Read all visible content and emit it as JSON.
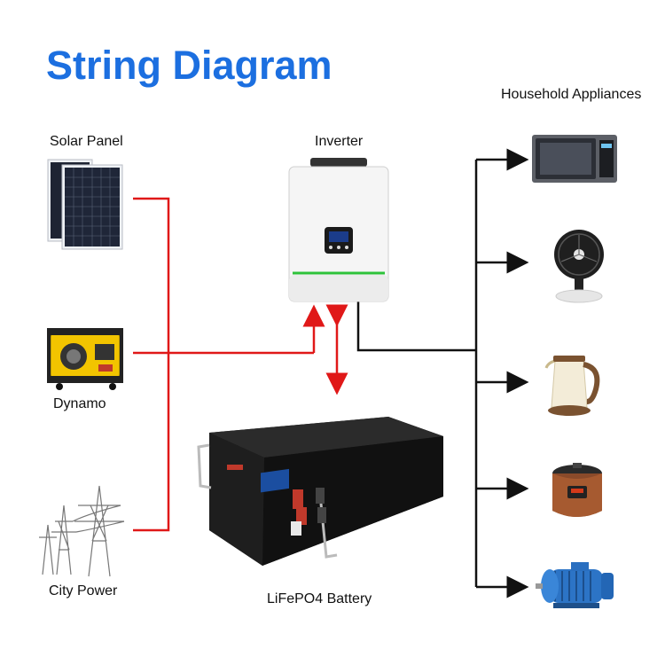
{
  "title": "String Diagram",
  "labels": {
    "solar_panel": "Solar Panel",
    "dynamo": "Dynamo",
    "city_power": "City Power",
    "inverter": "Inverter",
    "battery": "LiFePO4 Battery",
    "household": "Household Appliances"
  },
  "colors": {
    "title": "#1c6fe0",
    "input_wire": "#e01818",
    "output_wire": "#111111",
    "inverter_accent": "#2ec23a"
  },
  "appliances": [
    "microwave-icon",
    "fan-icon",
    "kettle-icon",
    "rice-cooker-icon",
    "motor-icon"
  ]
}
